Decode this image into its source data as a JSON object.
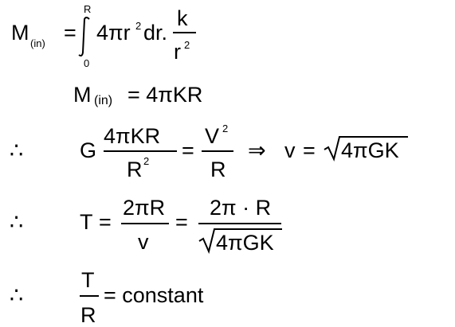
{
  "line1": {
    "m": "M",
    "m_sub": "(in)",
    "eq": "=",
    "int_upper": "R",
    "int_lower": "0",
    "integrand": "4πr",
    "sq": "2",
    "dr": "dr.",
    "frac_num": "k",
    "frac_den": "r",
    "frac_den_sq": "2"
  },
  "line2": {
    "m": "M",
    "m_sub": "(in)",
    "rest": "= 4πKR"
  },
  "line3": {
    "therefore": "∴",
    "g": "G",
    "num": "4πKR",
    "den": "R",
    "den_sq": "2",
    "eq": "=",
    "num2": "V",
    "num2_sq": "2",
    "den2": "R",
    "implies": "⇒",
    "v": "v",
    "eq2": "=",
    "root": "4πGK"
  },
  "line4": {
    "therefore": "∴",
    "t": "T",
    "eq": "=",
    "num": "2πR",
    "den": "v",
    "eq2": "=",
    "num2": "2π · R",
    "root": "4πGK"
  },
  "line5": {
    "therefore": "∴",
    "num": "T",
    "den": "R",
    "rest": "= constant"
  }
}
